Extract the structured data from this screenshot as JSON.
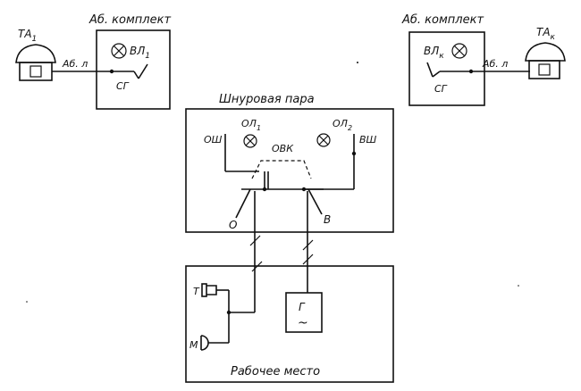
{
  "diagram": {
    "left_phone": {
      "label": "ТА",
      "sub": "1"
    },
    "left_line_label": "Аб. л",
    "left_set": {
      "title": "Аб. комплект",
      "lamp": "ВЛ",
      "lamp_sub": "1",
      "jack": "СГ"
    },
    "right_phone": {
      "label": "ТА",
      "sub": "к"
    },
    "right_line_label": "Аб. л",
    "right_set": {
      "title": "Аб. комплект",
      "lamp": "ВЛ",
      "lamp_sub": "к",
      "jack": "СГ"
    },
    "cord_pair": {
      "title": "Шнуровая пара",
      "left_plug": "ОШ",
      "right_plug": "ВШ",
      "lamp1": "ОЛ",
      "lamp1_sub": "1",
      "lamp2": "ОЛ",
      "lamp2_sub": "2",
      "key": "ОВК",
      "key_o": "О",
      "key_v": "В"
    },
    "workplace": {
      "title": "Рабочее место",
      "telephone": "Т",
      "microphone": "М",
      "generator": "Г",
      "generator_symbol": "~"
    }
  }
}
